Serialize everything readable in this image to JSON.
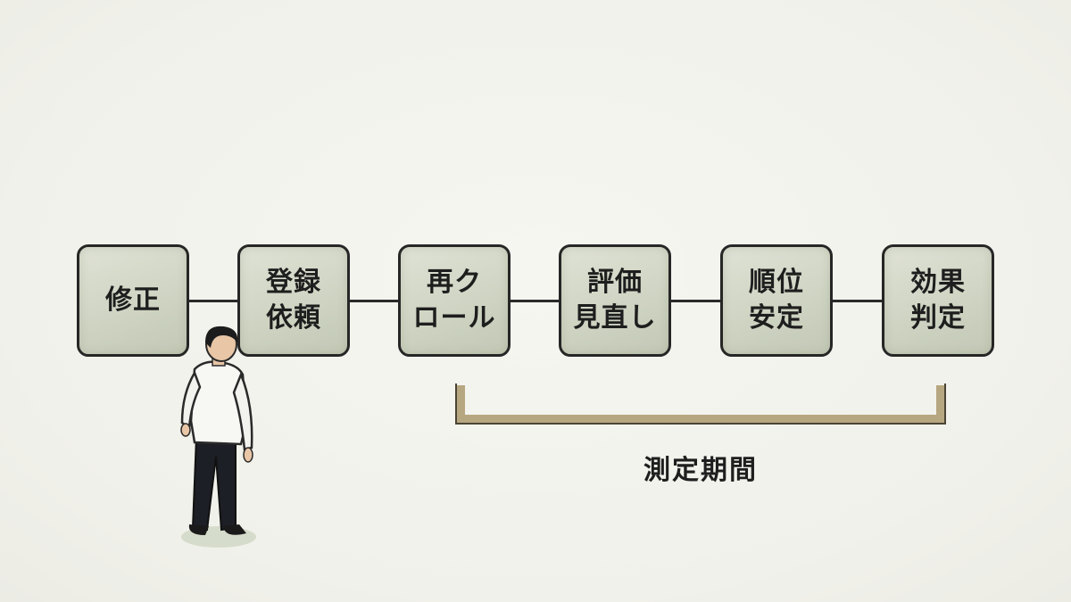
{
  "steps": [
    {
      "label": "修正"
    },
    {
      "label": "登録\n依頼"
    },
    {
      "label": "再ク\nロール"
    },
    {
      "label": "評価\n見直し"
    },
    {
      "label": "順位\n安定"
    },
    {
      "label": "効果\n判定"
    }
  ],
  "bracket": {
    "label": "測定期間",
    "spans_from_step": 3,
    "spans_to_step": 6
  },
  "colors": {
    "box_fill": "#cfd4c3",
    "box_border": "#262626",
    "bracket": "#b7a781",
    "background": "#f3f3ee"
  },
  "icons": [
    "person-figure"
  ]
}
